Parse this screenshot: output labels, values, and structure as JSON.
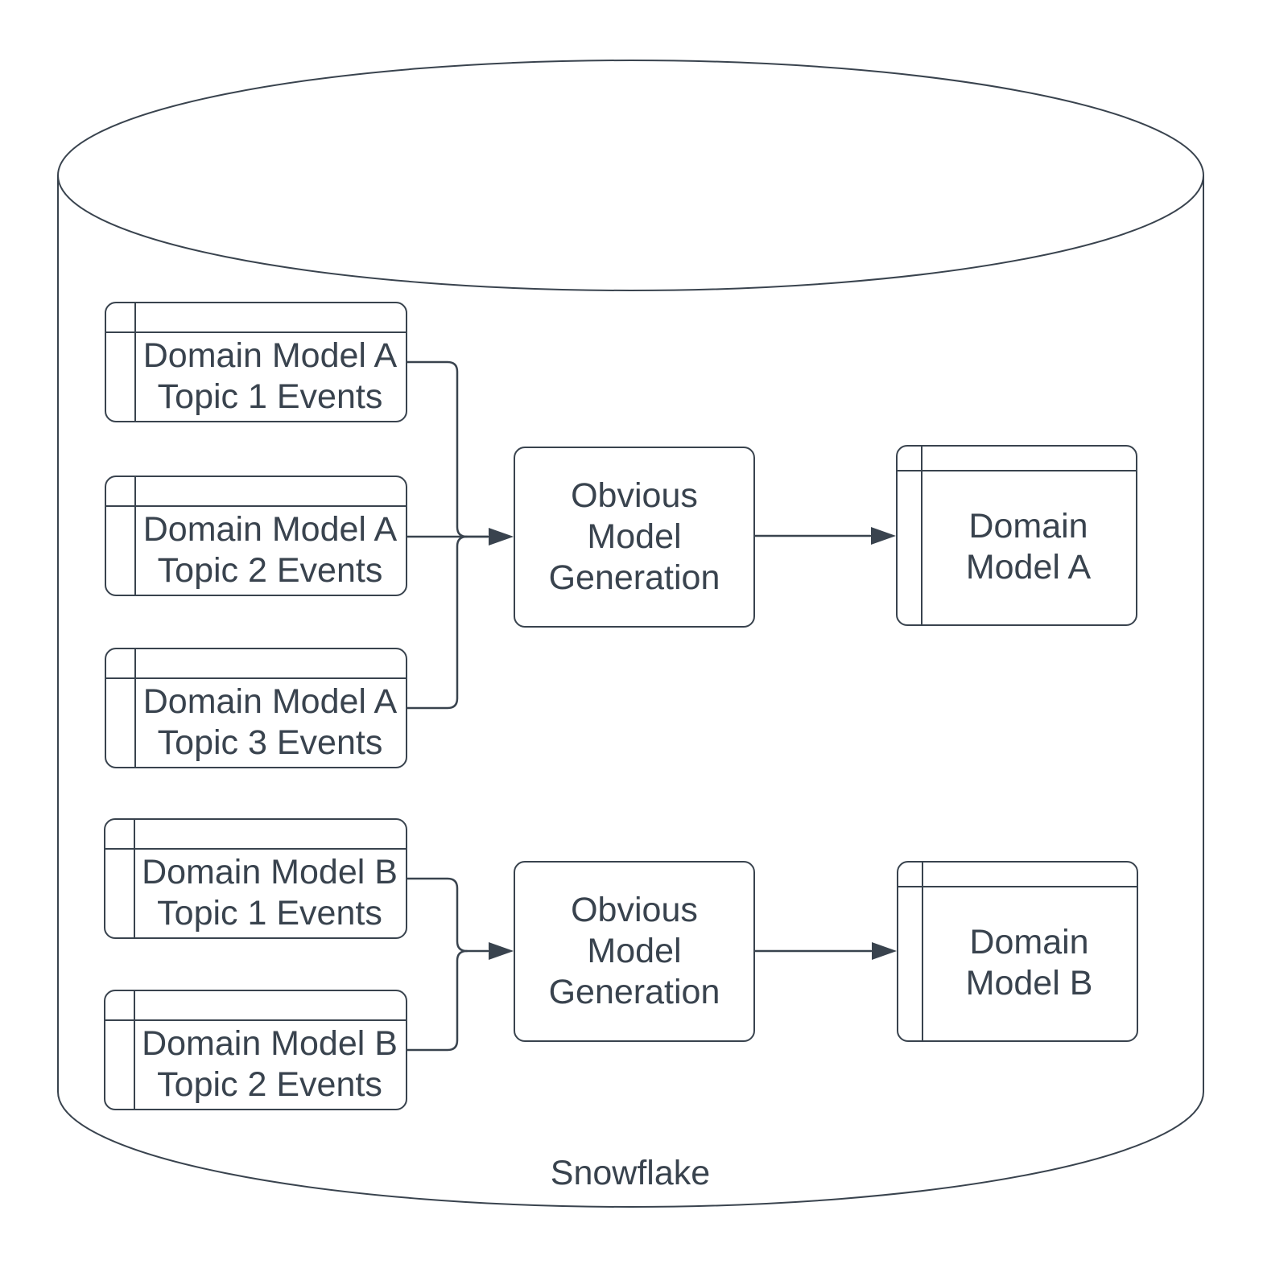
{
  "diagram": {
    "database": {
      "label": "Snowflake"
    },
    "group_a": {
      "sources": [
        {
          "label": "Domain Model A\nTopic 1 Events"
        },
        {
          "label": "Domain Model A\nTopic 2 Events"
        },
        {
          "label": "Domain Model A\nTopic 3 Events"
        }
      ],
      "process": {
        "label": "Obvious\nModel\nGeneration"
      },
      "output": {
        "label": "Domain\nModel A"
      }
    },
    "group_b": {
      "sources": [
        {
          "label": "Domain Model B\nTopic 1 Events"
        },
        {
          "label": "Domain Model B\nTopic 2 Events"
        }
      ],
      "process": {
        "label": "Obvious\nModel\nGeneration"
      },
      "output": {
        "label": "Domain\nModel B"
      }
    },
    "colors": {
      "stroke": "#39434e",
      "text": "#39434e",
      "background": "#ffffff"
    }
  }
}
